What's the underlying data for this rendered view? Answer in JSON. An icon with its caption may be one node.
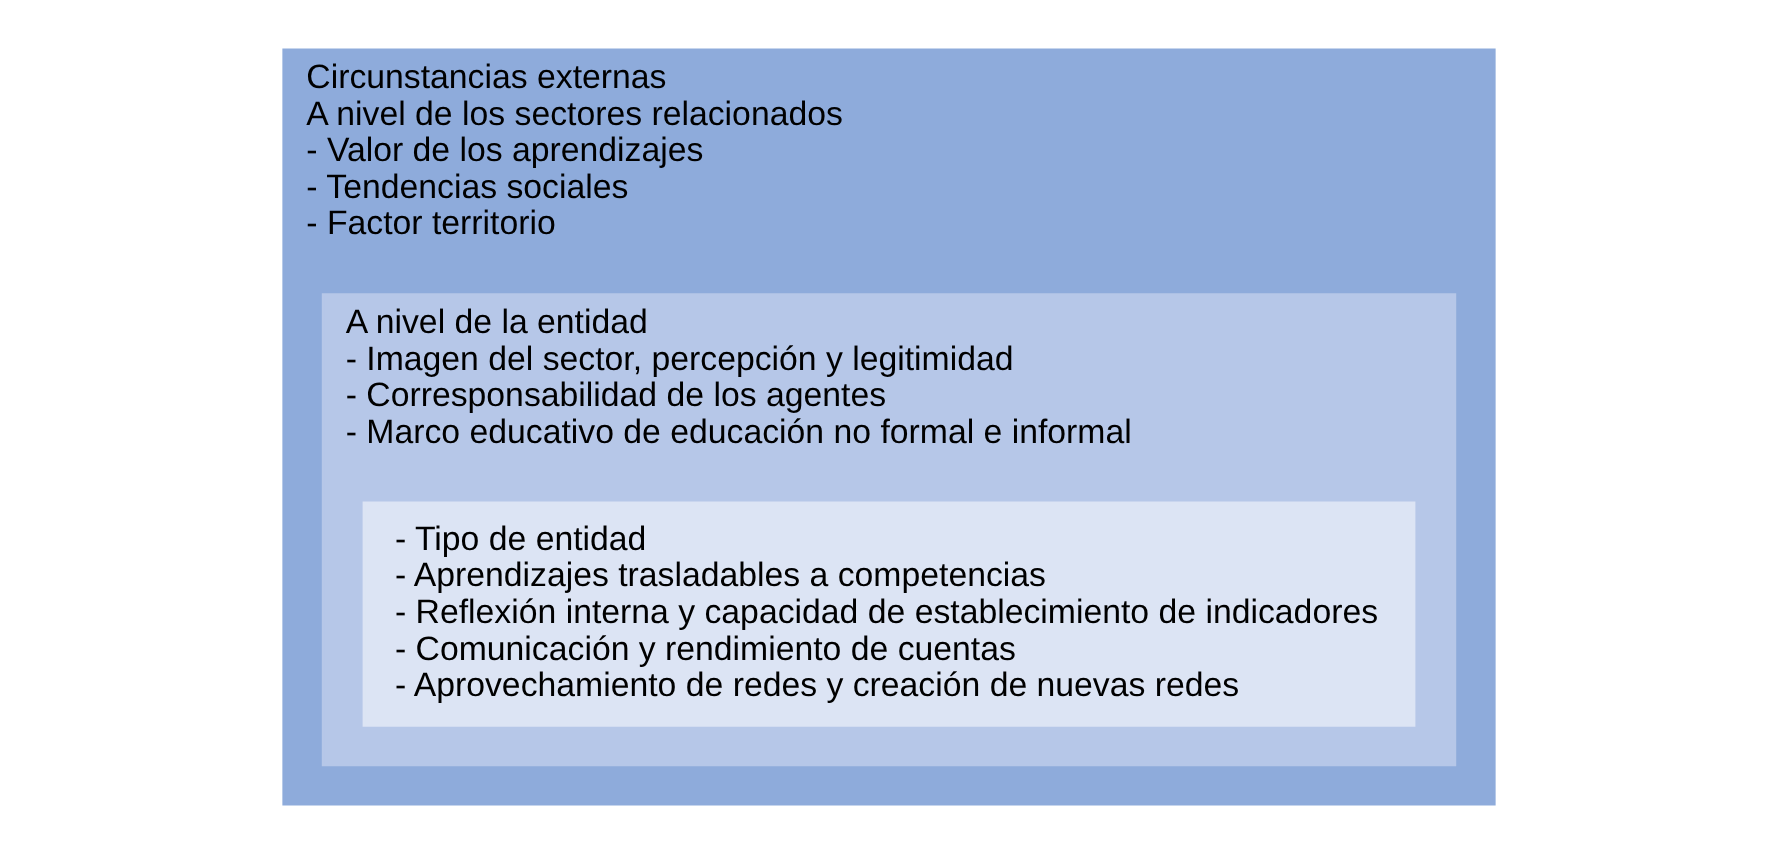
{
  "diagram": {
    "nodes": [
      {
        "text": [
          "Circunstancias externas",
          "A nivel de los sectores relacionados",
          "- Valor de los aprendizajes",
          "- Tendencias sociales",
          "- Factor territorio"
        ]
      },
      {
        "text": [
          "A nivel de la entidad",
          "- Imagen del sector, percepción y legitimidad",
          "- Corresponsabilidad de los agentes",
          "- Marco educativo de educación no formal e informal"
        ],
        "in": 0
      },
      {
        "text": [
          "- Tipo de entidad",
          "- Aprendizajes trasladables a competencias",
          "- Reflexión interna y capacidad de establecimiento de indicadores",
          "- Comunicación y rendimiento de cuentas",
          "- Aprovechamiento de redes y creación de nuevas redes"
        ],
        "in": 1
      }
    ],
    "edges": []
  }
}
